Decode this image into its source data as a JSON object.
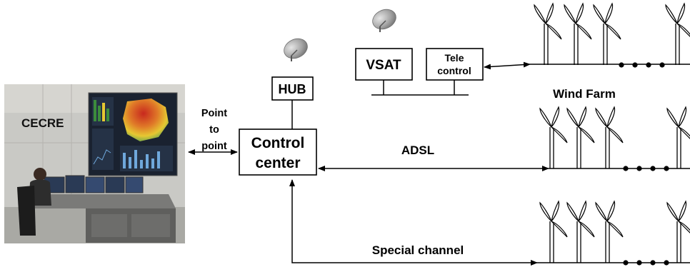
{
  "labels": {
    "cecre": "CECRE",
    "point_to_point": [
      "Point",
      "to",
      "point"
    ],
    "control_center": [
      "Control",
      "center"
    ],
    "hub": "HUB",
    "vsat": "VSAT",
    "telecontrol": [
      "Tele",
      "control"
    ],
    "wind_farm": "Wind Farm",
    "adsl": "ADSL",
    "special_channel": "Special channel"
  },
  "icons": {
    "satellite_dish": "satellite-dish-icon",
    "wind_turbine": "wind-turbine-icon",
    "control_room_photo": "control-room-photo"
  },
  "colors": {
    "line": "#000000",
    "dish_light": "#d9d9d9",
    "dish_dark": "#8c8c8c",
    "room_wall": "#c9c9c5",
    "screen_dark": "#1a2230",
    "map_red": "#c8281e",
    "map_yellow": "#e6c832",
    "map_green": "#3c8c3c"
  }
}
